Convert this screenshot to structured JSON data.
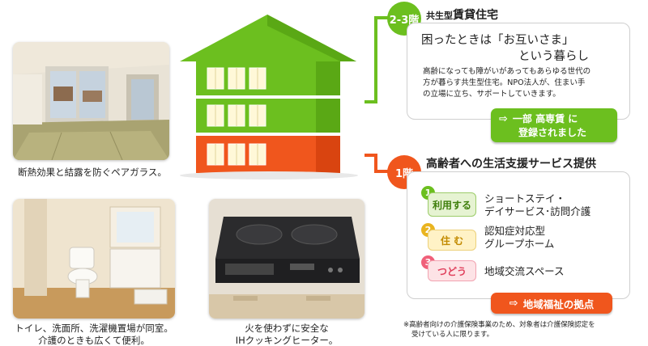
{
  "colors": {
    "green": "#6cbf1f",
    "green_dark": "#4f9a14",
    "orange": "#f0561d",
    "orange_dark": "#d94410",
    "pill_green_bg": "#e6f3d2",
    "pill_yellow_bg": "#fff2c6",
    "pill_pink_bg": "#fde3e6"
  },
  "photos": {
    "room_caption": "断熱効果と結露を防ぐペアガラス。",
    "bathroom_caption_line1": "トイレ、洗面所、洗濯機置場が同室。",
    "bathroom_caption_line2": "介護のときも広くて便利。",
    "ih_caption_line1": "火を使わずに安全な",
    "ih_caption_line2": "IHクッキングヒーター。"
  },
  "upper": {
    "badge": "2-3階",
    "title_prefix": "共生型",
    "title_main": "賃貸住宅",
    "heading_line1": "困ったときは「お互いさま」",
    "heading_line2": "という暮らし",
    "body_line1": "高齢になっても障がいがあってもあらゆる世代の",
    "body_line2": "方が暮らす共生型住宅。NPO法人が、住まい手",
    "body_line3": "の立場に立ち、サポートしていきます。",
    "cta_line1": "一部 高専賃 に",
    "cta_line2": "登録されました"
  },
  "lower": {
    "badge": "1階",
    "title": "高齢者への生活支援サービス提供",
    "services": [
      {
        "num": "1",
        "label": "利用する",
        "text_line1": "ショートステイ・",
        "text_line2": "デイサービス･訪問介護"
      },
      {
        "num": "2",
        "label": "住 む",
        "text_line1": "認知症対応型",
        "text_line2": "グループホーム"
      },
      {
        "num": "3",
        "label": "つどう",
        "text_line1": "地域交流スペース",
        "text_line2": ""
      }
    ],
    "cta": "地域福祉の拠点",
    "note_line1": "※高齢者向けの介護保険事業のため、対象者は介護保険認定を",
    "note_line2": "受けている人に限ります。"
  }
}
